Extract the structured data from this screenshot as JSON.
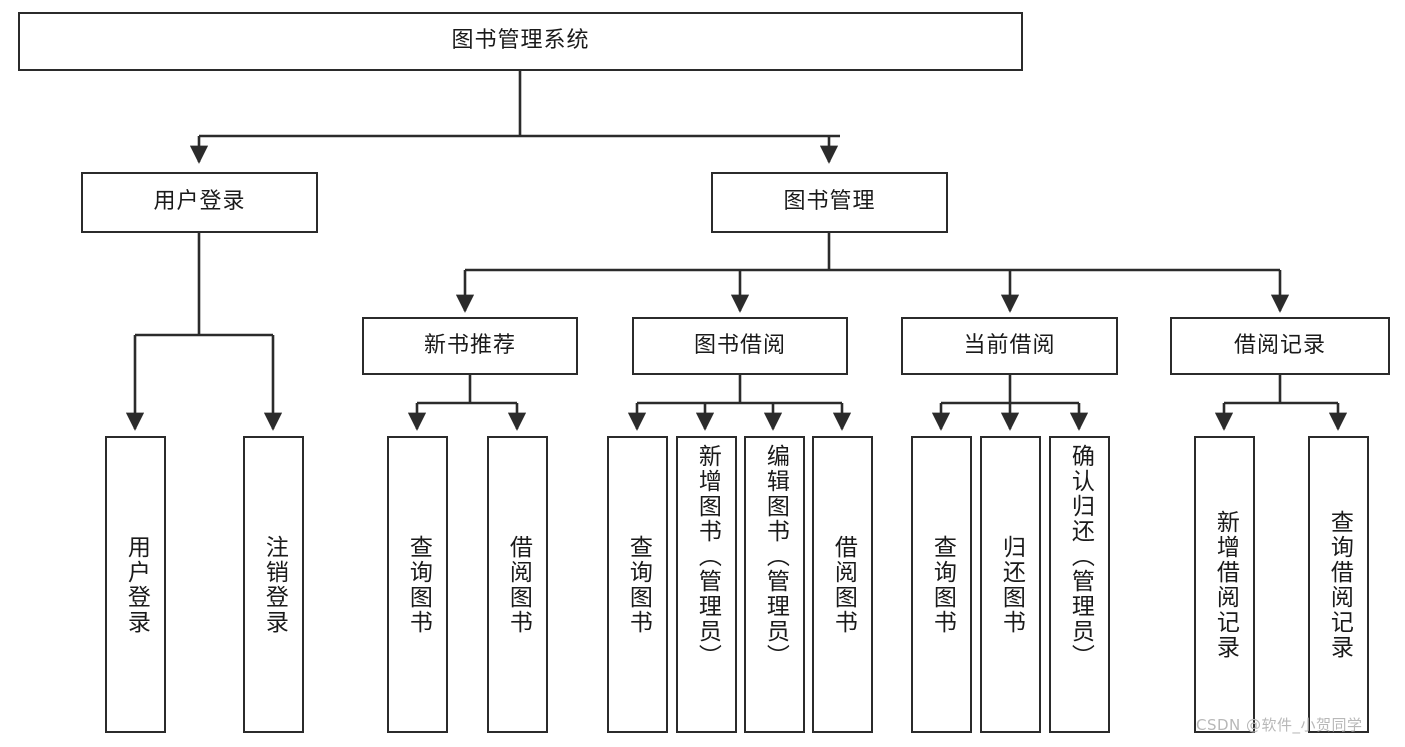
{
  "diagram": {
    "title": "图书管理系统",
    "type": "tree-hierarchy",
    "background_color": "#ffffff",
    "line_color": "#2b2b2b",
    "text_color": "#1a1a1a",
    "nodes": {
      "root": {
        "label": "图书管理系统"
      },
      "level2": [
        {
          "label": "用户登录"
        },
        {
          "label": "图书管理"
        }
      ],
      "level3": [
        {
          "label": "新书推荐"
        },
        {
          "label": "图书借阅"
        },
        {
          "label": "当前借阅"
        },
        {
          "label": "借阅记录"
        }
      ],
      "leaves_user_login": [
        {
          "label": "用户登录"
        },
        {
          "label": "注销登录"
        }
      ],
      "leaves_new_book": [
        {
          "label": "查询图书"
        },
        {
          "label": "借阅图书"
        }
      ],
      "leaves_borrow": [
        {
          "label": "查询图书"
        },
        {
          "label": "新增图书（管理员）"
        },
        {
          "label": "编辑图书（管理员）"
        },
        {
          "label": "借阅图书"
        }
      ],
      "leaves_current": [
        {
          "label": "查询图书"
        },
        {
          "label": "归还图书"
        },
        {
          "label": "确认归还（管理员）"
        }
      ],
      "leaves_record": [
        {
          "label": "新增借阅记录"
        },
        {
          "label": "查询借阅记录"
        }
      ]
    },
    "watermark": "CSDN @软件_小贺同学"
  }
}
